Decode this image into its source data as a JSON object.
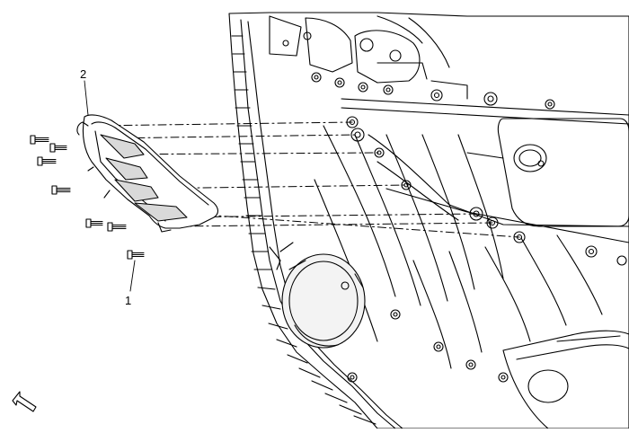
{
  "callouts": [
    {
      "id": "1",
      "label": "1"
    },
    {
      "id": "2",
      "label": "2"
    }
  ],
  "colors": {
    "stroke": "#000000",
    "panel_fill": "#ffffff",
    "shade": "#d9d9d9"
  },
  "icons": {
    "view_direction": "view-direction-arrow-icon"
  }
}
